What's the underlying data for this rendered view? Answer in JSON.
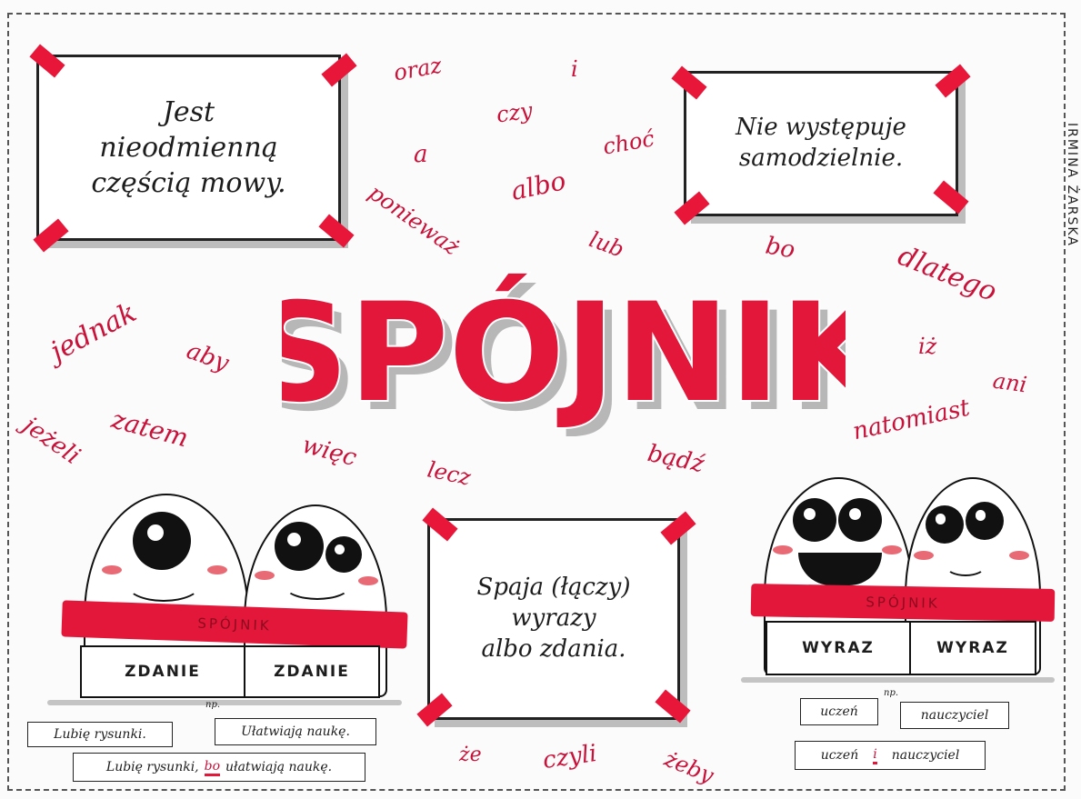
{
  "title": "SPÓJNIK",
  "author": "IRMINA ŻARSKA",
  "notes": [
    {
      "lines": [
        "Jest",
        "nieodmienną",
        "częścią mowy."
      ]
    },
    {
      "lines": [
        "Nie występuje",
        "samodzielnie."
      ]
    },
    {
      "lines": [
        "Spaja (łączy)",
        "wyrazy",
        "albo zdania."
      ]
    }
  ],
  "conjunctions": [
    "oraz",
    "i",
    "czy",
    "a",
    "choć",
    "albo",
    "ponieważ",
    "lub",
    "bo",
    "dlatego",
    "jednak",
    "aby",
    "iż",
    "ani",
    "jeżeli",
    "zatem",
    "więc",
    "lecz",
    "bądź",
    "natomiast",
    "że",
    "czyli",
    "żeby"
  ],
  "left_group": {
    "scarf_label": "SPÓJNIK",
    "signs": [
      "ZDANIE",
      "ZDANIE"
    ],
    "np_label": "np.",
    "examples": [
      "Lubię rysunki.",
      "Ułatwiają naukę."
    ],
    "combined": {
      "before": "Lubię rysunki,",
      "conj": "bo",
      "after": "ułatwiają naukę."
    }
  },
  "right_group": {
    "scarf_label": "SPÓJNIK",
    "signs": [
      "WYRAZ",
      "WYRAZ"
    ],
    "np_label": "np.",
    "examples": [
      "uczeń",
      "nauczyciel"
    ],
    "combined": {
      "before": "uczeń",
      "conj": "i",
      "after": "nauczyciel"
    }
  },
  "colors": {
    "accent": "#e3173a",
    "text": "#1d1d1d",
    "shadow": "#bdbdbd"
  }
}
